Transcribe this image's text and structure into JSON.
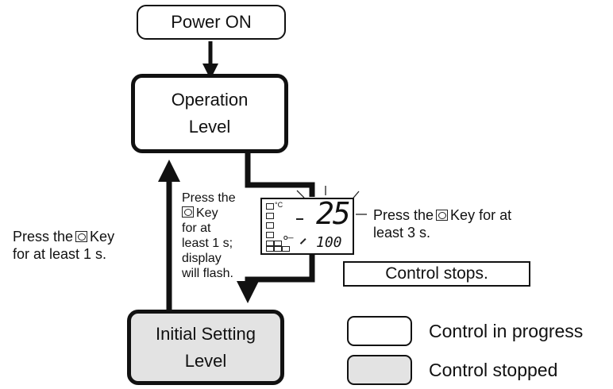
{
  "nodes": {
    "power_on": "Power ON",
    "operation_level": [
      "Operation",
      "Level"
    ],
    "initial_setting_level": [
      "Initial Setting",
      "Level"
    ]
  },
  "notes": {
    "left_press_1": "Press the",
    "left_press_2": "Key",
    "left_press_3": "for at least 1 s.",
    "mid_1": "Press the",
    "mid_2": "Key",
    "mid_3": "for at",
    "mid_4": "least 1 s;",
    "mid_5": "display",
    "mid_6": "will flash.",
    "right_1": "Press the",
    "right_2": "Key for at",
    "right_3": "least 3 s.",
    "control_stops": "Control stops."
  },
  "display": {
    "unit": "°C",
    "pv": "25",
    "sv": "100",
    "key_symbol": "O—"
  },
  "legend": {
    "in_progress": "Control in progress",
    "stopped": "Control stopped"
  },
  "colors": {
    "stroke": "#111111",
    "stopped_fill": "#e3e3e3"
  },
  "icons": {
    "key": "mode-key-icon"
  }
}
